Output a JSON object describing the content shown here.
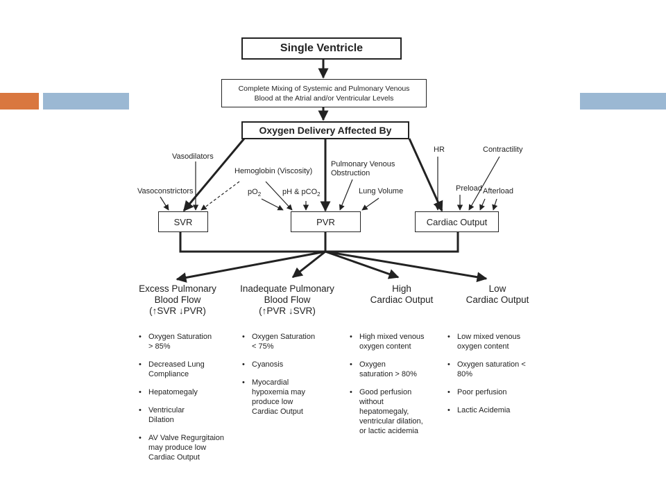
{
  "colors": {
    "accent_orange": "#D9773F",
    "accent_blue": "#9BB8D3",
    "line": "#222222"
  },
  "top": {
    "single_ventricle": "Single Ventricle",
    "mixing_line1": "Complete Mixing of Systemic and Pulmonary Venous",
    "mixing_line2": "Blood at the Atrial and/or Ventricular Levels",
    "delivery": "Oxygen Delivery Affected By"
  },
  "factors": {
    "vasodilators": "Vasodilators",
    "vasoconstrictors": "Vasoconstrictors",
    "hemoglobin": "Hemoglobin (Viscosity)",
    "po2": "pO",
    "po2_sub": "2",
    "ph_pco2": "pH & pCO",
    "pco2_sub": "2",
    "pulm_venous_1": "Pulmonary Venous",
    "pulm_venous_2": "Obstruction",
    "lung_volume": "Lung Volume",
    "hr": "HR",
    "contractility": "Contractility",
    "preload": "Preload",
    "afterload": "Afterload"
  },
  "nodes": {
    "svr": "SVR",
    "pvr": "PVR",
    "cardiac_output": "Cardiac Output"
  },
  "outcomes": [
    {
      "l1": "Excess Pulmonary",
      "l2": "Blood Flow",
      "l3": "(↑SVR ↓PVR)",
      "bullets": [
        "Oxygen Saturation > 85%",
        "Decreased Lung Compliance",
        "Hepatomegaly",
        "Ventricular Dilation",
        "AV Valve Regurgitaion may produce low Cardiac Output"
      ]
    },
    {
      "l1": "Inadequate Pulmonary",
      "l2": "Blood Flow",
      "l3": "(↑PVR ↓SVR)",
      "bullets": [
        "Oxygen Saturation < 75%",
        "Cyanosis",
        "Myocardial hypoxemia may produce low Cardiac Output"
      ]
    },
    {
      "l1": "High",
      "l2": "Cardiac Output",
      "l3": "",
      "bullets": [
        "High mixed venous oxygen content",
        "Oxygen saturation > 80%",
        "Good perfusion without hepatomegaly, ventricular dilation, or lactic acidemia"
      ]
    },
    {
      "l1": "Low",
      "l2": "Cardiac Output",
      "l3": "",
      "bullets": [
        "Low mixed venous oxygen content",
        "Oxygen saturation < 80%",
        "Poor perfusion",
        "Lactic Acidemia"
      ]
    }
  ]
}
